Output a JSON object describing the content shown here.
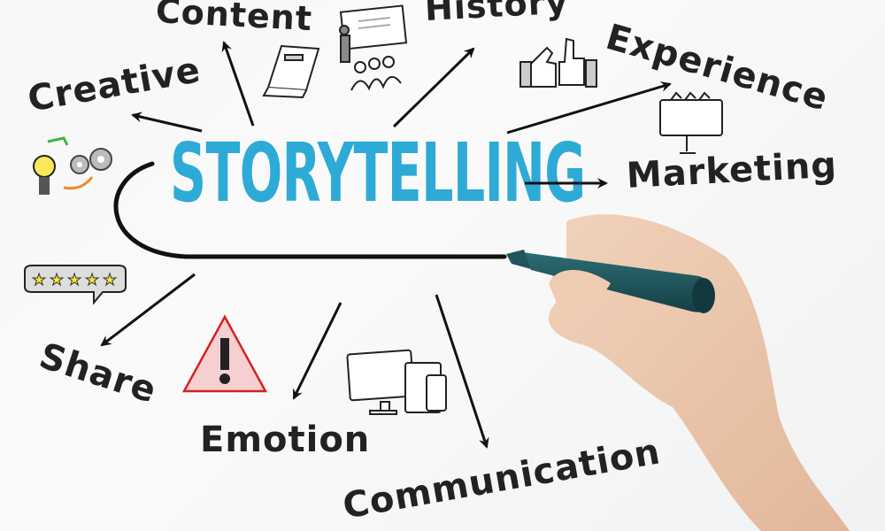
{
  "diagram": {
    "central_topic": "STORYTELLING",
    "central_color": "#2eaad6",
    "ink_color": "#222222",
    "nodes": [
      {
        "label": "Content",
        "icon": "book-icon"
      },
      {
        "label": "History",
        "icon": "presentation-icon"
      },
      {
        "label": "Experience",
        "icon": "thumbs-up-icon"
      },
      {
        "label": "Marketing",
        "icon": "billboard-icon"
      },
      {
        "label": "Creative",
        "icon": "lightbulb-gears-icon"
      },
      {
        "label": "Share",
        "icon": "five-star-rating-icon"
      },
      {
        "label": "Emotion",
        "icon": "warning-icon"
      },
      {
        "label": "Communication",
        "icon": "devices-icon"
      }
    ],
    "marker_color": "#1d4f55"
  }
}
